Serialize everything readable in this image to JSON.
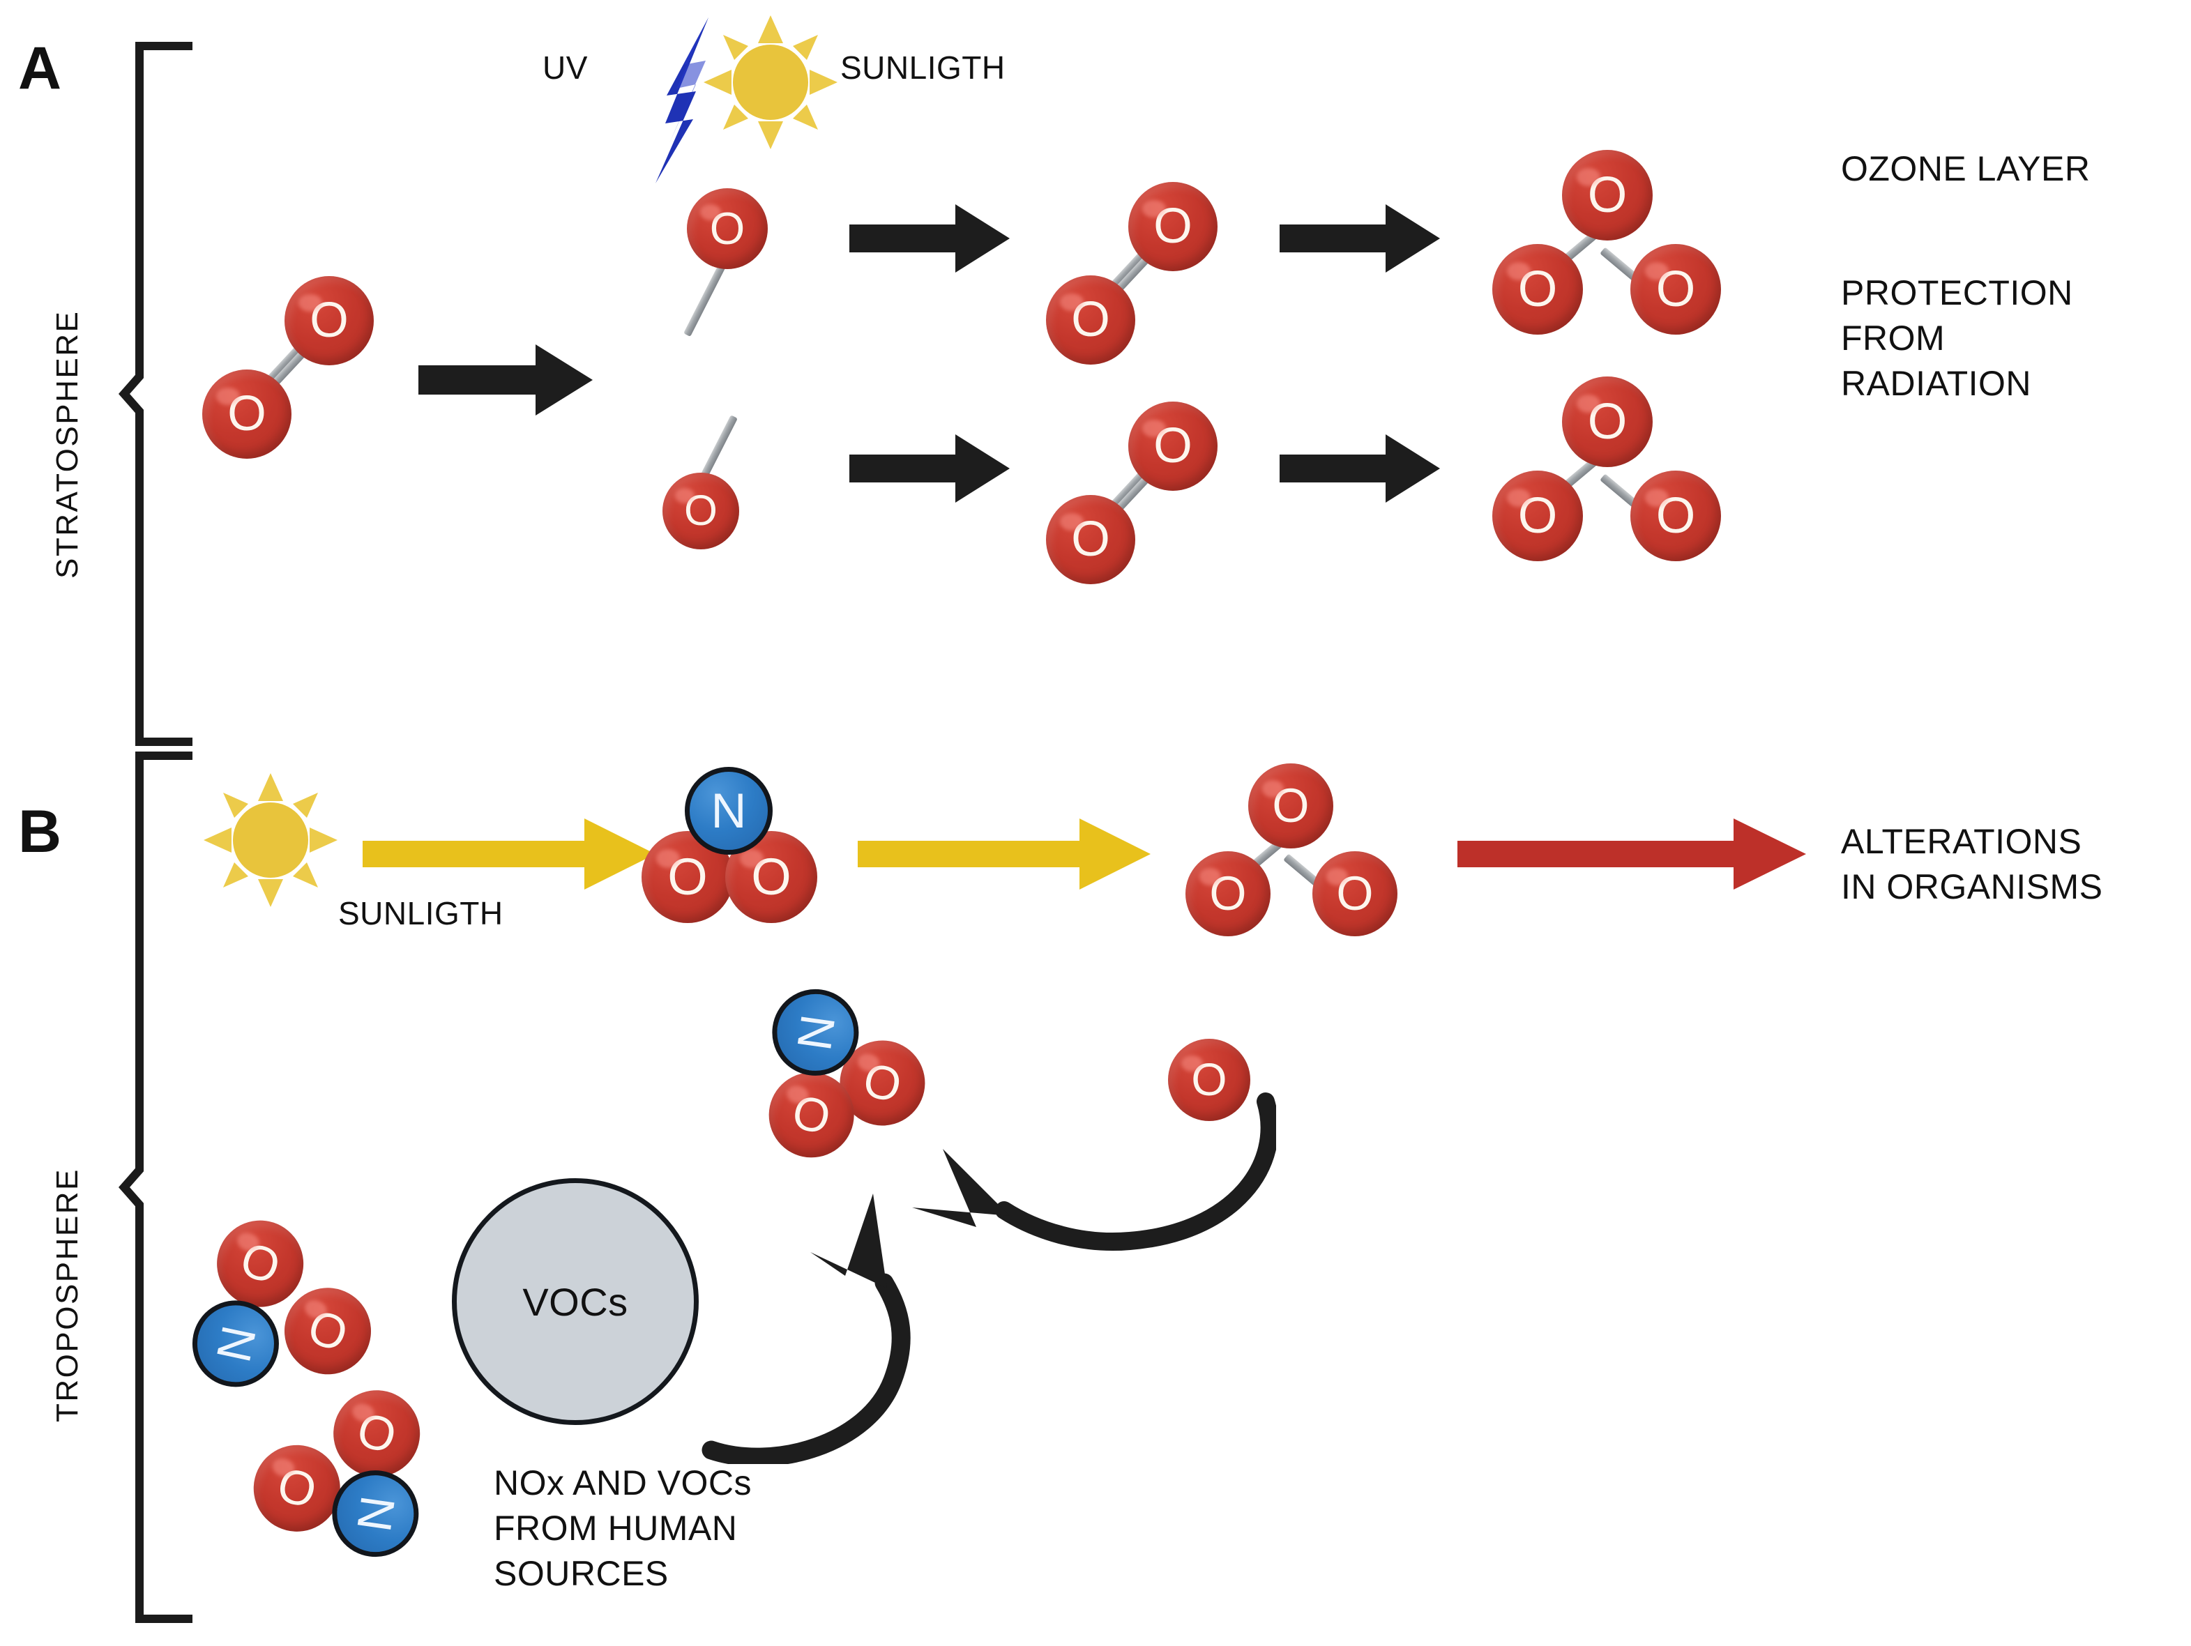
{
  "figure": {
    "title_absent": true,
    "panels": [
      {
        "letter": "A",
        "layer_label": "STRATOSPHERE",
        "labels": {
          "uv": "UV",
          "sunlight": "SUNLIGTH",
          "ozone_layer": "OZONE LAYER",
          "protection": "PROTECTION\nFROM\nRADIATION"
        },
        "atoms": {
          "oxygen": "O"
        }
      },
      {
        "letter": "B",
        "layer_label": "TROPOSPHERE",
        "labels": {
          "sunlight": "SUNLIGTH",
          "alterations": "ALTERATIONS\nIN ORGANISMS",
          "vocs_bubble": "VOCs",
          "sources": "NOx AND VOCs\nFROM HUMAN\nSOURCES"
        },
        "atoms": {
          "oxygen": "O",
          "nitrogen": "N"
        }
      }
    ]
  },
  "icons": {
    "sun": "sun-icon",
    "lightning": "lightning-bolt-icon",
    "arrow_black": "black-block-arrow-icon",
    "arrow_yellow": "yellow-block-arrow-icon",
    "arrow_red": "red-block-arrow-icon",
    "arrow_curved": "curved-arrow-icon",
    "bracket": "curly-bracket-icon"
  },
  "colors": {
    "oxygen_red": "#c4372c",
    "nitrogen_blue": "#2d7cc6",
    "sun_yellow": "#e8c43c",
    "uv_blue": "#1f32b5",
    "arrow_black": "#1d1d1d",
    "arrow_yellow": "#e8c11c",
    "arrow_red": "#bd3029",
    "vocs_gray": "#ccd2d8",
    "bond_gray": "#9ea3a7",
    "text_black": "#111111",
    "background": "#ffffff"
  }
}
